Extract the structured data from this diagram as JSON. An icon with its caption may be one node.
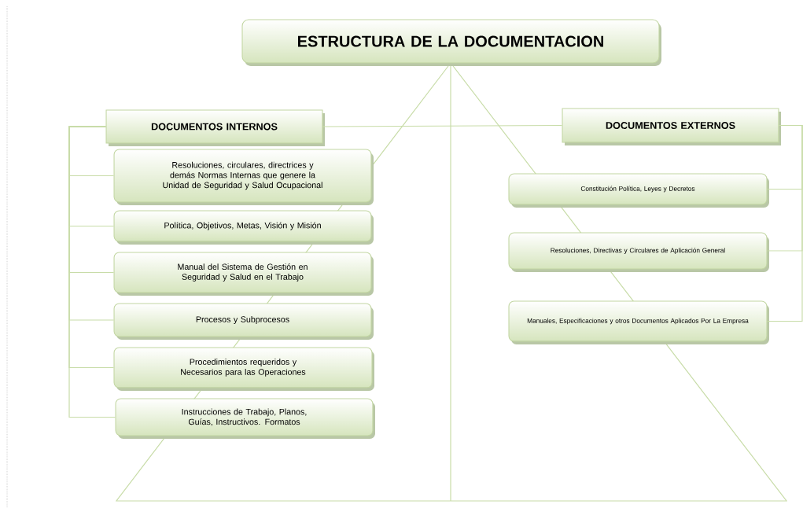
{
  "diagram": {
    "nodes": [
      {
        "text": [
          "ESTRUCTURA DE LA DOCUMENTACION"
        ]
      },
      {
        "text": [
          "DOCUMENTOS INTERNOS"
        ]
      },
      {
        "text": [
          "Resoluciones, circulares, directrices y demás Normas Internas que genere la Unidad de Seguridad y Salud Ocupacional"
        ]
      },
      {
        "text": [
          "Política, Objetivos, Metas, Visión y Misión"
        ]
      },
      {
        "text": [
          "Manual del Sistema de Gestión en Seguridad y Salud en el Trabajo"
        ]
      },
      {
        "text": [
          "Procesos y Subprocesos"
        ]
      },
      {
        "text": [
          "Procedimientos requeridos y Necesarios para las Operaciones"
        ]
      },
      {
        "text": [
          "Instrucciones de Trabajo, Planos, Guías, Instructivos. Formatos"
        ]
      },
      {
        "text": [
          "DOCUMENTOS EXTERNOS"
        ]
      },
      {
        "text": [
          "Constitución Política, Leyes y Decretos"
        ]
      },
      {
        "text": [
          "Resoluciones, Directivas y Circulares de Aplicación General"
        ]
      },
      {
        "text": [
          "Manuales, Especificaciones y otros Documentos Aplicados Por La Empresa"
        ]
      }
    ],
    "edges": [
      {
        "from": 1,
        "to": 2,
        "arrow": "none"
      },
      {
        "from": 1,
        "to": 3,
        "arrow": "none"
      },
      {
        "from": 1,
        "to": 4,
        "arrow": "none"
      },
      {
        "from": 1,
        "to": 5,
        "arrow": "none"
      },
      {
        "from": 1,
        "to": 6,
        "arrow": "none"
      },
      {
        "from": 1,
        "to": 7,
        "arrow": "none"
      },
      {
        "from": 1,
        "to": 8,
        "arrow": "none"
      },
      {
        "from": 8,
        "to": 9,
        "arrow": "none"
      },
      {
        "from": 8,
        "to": 10,
        "arrow": "none"
      },
      {
        "from": 8,
        "to": 11,
        "arrow": "none"
      }
    ]
  }
}
